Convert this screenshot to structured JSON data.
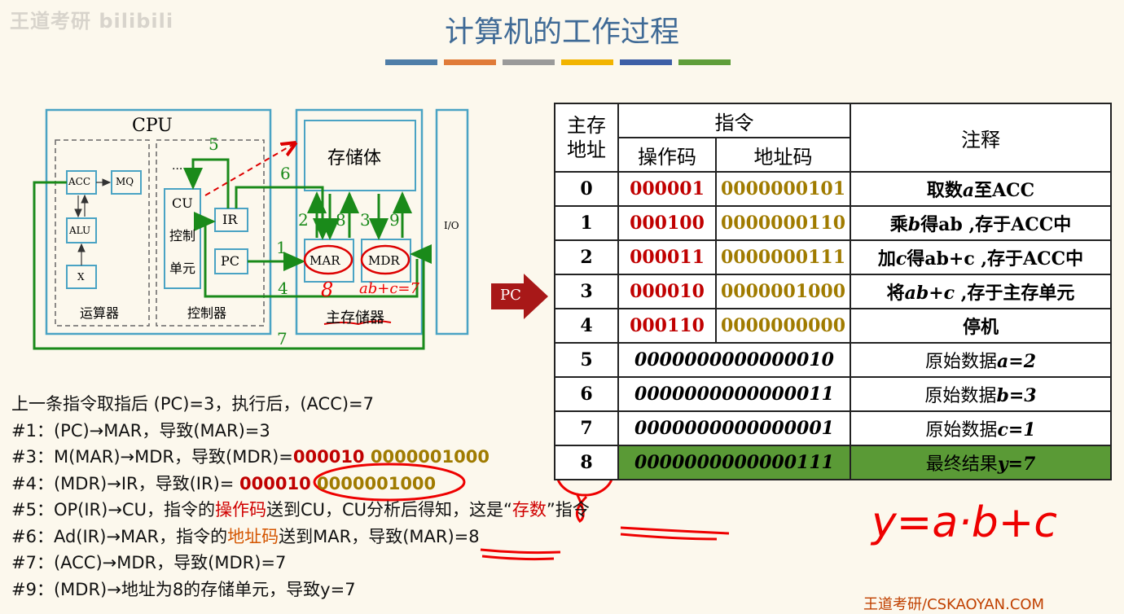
{
  "watermark": "王道考研 bilibili",
  "title": "计算机的工作过程",
  "colors": {
    "bar_colors": [
      "#4f7ea8",
      "#e07b39",
      "#9a9a9a",
      "#f2b400",
      "#3d5fa6",
      "#5f9e3a"
    ],
    "accent_red": "#c00000",
    "accent_gold": "#a07b00",
    "final_row": "#5a9a36"
  },
  "diagram": {
    "cpu": "CPU",
    "acc": "ACC",
    "mq": "MQ",
    "alu": "ALU",
    "x": "X",
    "alu_unit": "运算器",
    "cu": "CU",
    "cu_sub1": "控制",
    "cu_sub2": "单元",
    "ir": "IR",
    "pc": "PC",
    "controller": "控制器",
    "storage_body": "存储体",
    "mar": "MAR",
    "mdr": "MDR",
    "main_memory": "主存储器",
    "io": "I/O",
    "ellipsis": "···",
    "step_numbers": [
      "1",
      "2",
      "3",
      "4",
      "5",
      "6",
      "7",
      "8",
      "9"
    ],
    "annotations": {
      "under_mar": "8",
      "under_mdr": "ab+c=7"
    },
    "pc_arrow": "PC"
  },
  "table": {
    "headers": {
      "address_line1": "主存",
      "address_line2": "地址",
      "instruction": "指令",
      "opcode": "操作码",
      "addrcode": "地址码",
      "comment": "注释"
    },
    "rows": [
      {
        "addr": "0",
        "op": "000001",
        "ad": "0000000101",
        "cm_pre": "取数",
        "cm_var": "a",
        "cm_post": "至ACC"
      },
      {
        "addr": "1",
        "op": "000100",
        "ad": "0000000110",
        "cm_pre": "乘",
        "cm_var": "b",
        "cm_post": "得ab ,存于ACC中"
      },
      {
        "addr": "2",
        "op": "000011",
        "ad": "0000000111",
        "cm_pre": "加",
        "cm_var": "c",
        "cm_post": "得ab+c  ,存于ACC中"
      },
      {
        "addr": "3",
        "op": "000010",
        "ad": "0000001000",
        "cm_pre": "将",
        "cm_var": "ab+c",
        "cm_post": " ,存于主存单元"
      },
      {
        "addr": "4",
        "op": "000110",
        "ad": "0000000000",
        "cm_pre": "停机",
        "cm_var": "",
        "cm_post": ""
      }
    ],
    "data_rows": [
      {
        "addr": "5",
        "value": "0000000000000010",
        "cm_pre": "原始数据",
        "cm_var": "a=2"
      },
      {
        "addr": "6",
        "value": "0000000000000011",
        "cm_pre": "原始数据",
        "cm_var": "b=3"
      },
      {
        "addr": "7",
        "value": "0000000000000001",
        "cm_pre": "原始数据",
        "cm_var": "c=1"
      },
      {
        "addr": "8",
        "value": "0000000000000111",
        "cm_pre": "最终结果",
        "cm_var": "y=7"
      }
    ]
  },
  "steps": {
    "intro": "上一条指令取指后 (PC)=3，执行后，(ACC)=7",
    "s1": "#1：(PC)→MAR，导致(MAR)=3",
    "s3_pre": "#3：M(MAR)→MDR，导致(MDR)=",
    "s3_op": "000010",
    "s3_ad": " 0000001000",
    "s4_pre": "#4：(MDR)→IR，导致(IR)= ",
    "s4_op": "000010",
    "s4_ad": " 0000001000",
    "s5_pre": "#5：OP(IR)→CU，指令的",
    "s5_hl": "操作码",
    "s5_mid": "送到CU，CU分析后得知，这是“",
    "s5_hl2": "存数",
    "s5_post": "”指令",
    "s6_pre": "#6：Ad(IR)→MAR，指令的",
    "s6_hl": "地址码",
    "s6_post": "送到MAR，导致(MAR)=8",
    "s7": "#7：(ACC)→MDR，导致(MDR)=7",
    "s9": "#9：(MDR)→地址为8的存储单元，导致y=7"
  },
  "handwriting": "y=a·b+c",
  "footer": "王道考研/CSKAOYAN.COM"
}
